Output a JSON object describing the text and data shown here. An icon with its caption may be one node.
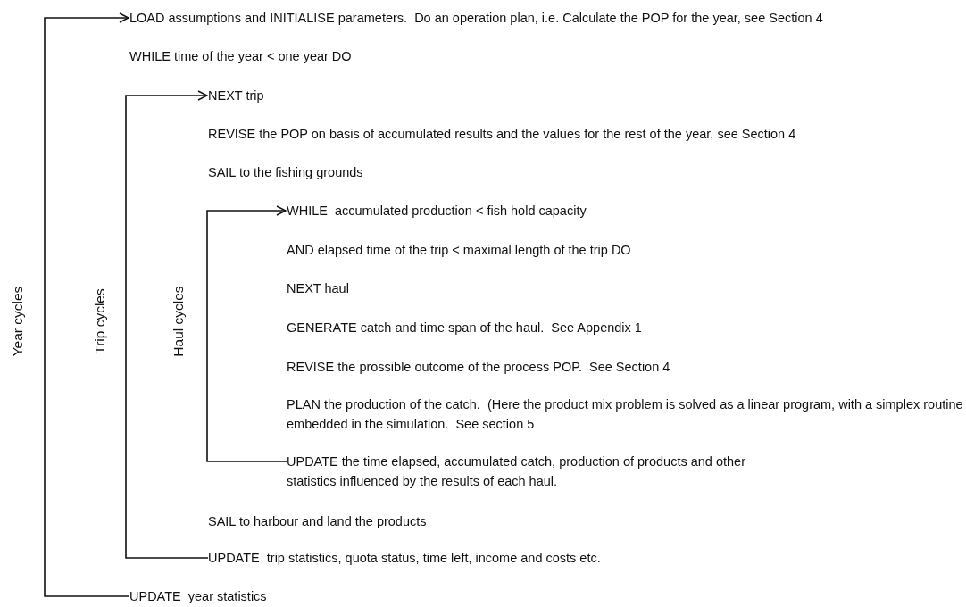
{
  "diagram": {
    "nodes": [
      {
        "text": [
          "LOAD assumptions and INITIALISE parameters.  Do an operation plan, i.e. Calculate the POP for the year, see Section 4"
        ]
      },
      {
        "text": [
          "WHILE time of the year < one year DO"
        ]
      },
      {
        "text": [
          "NEXT trip"
        ]
      },
      {
        "text": [
          "REVISE the POP on basis of accumulated results and the values for the rest of the year, see Section 4"
        ]
      },
      {
        "text": [
          "SAIL to the fishing grounds"
        ]
      },
      {
        "text": [
          "WHILE  accumulated production < fish hold capacity"
        ]
      },
      {
        "text": [
          "AND elapsed time of the trip < maximal length of the trip DO"
        ]
      },
      {
        "text": [
          "NEXT haul"
        ]
      },
      {
        "text": [
          "GENERATE catch and time span of the haul.  See Appendix 1"
        ]
      },
      {
        "text": [
          "REVISE the prossible outcome of the process POP.  See Section 4"
        ]
      },
      {
        "text": [
          "PLAN the production of the catch.  (Here the product mix problem is solved as a linear program, with a simplex routine embedded in the simulation.  See section 5"
        ]
      },
      {
        "text": [
          "UPDATE the time elapsed, accumulated catch, production of products and other statistics influenced by the results of each haul."
        ]
      },
      {
        "text": [
          "SAIL to harbour and land the products"
        ]
      },
      {
        "text": [
          "UPDATE  trip statistics, quota status, time left, income and costs etc."
        ]
      },
      {
        "text": [
          "UPDATE  year statistics"
        ]
      }
    ],
    "edges": [
      {
        "from": 14,
        "to": 0,
        "arrow": "to"
      },
      {
        "from": 13,
        "to": 2,
        "arrow": "to"
      },
      {
        "from": 11,
        "to": 5,
        "arrow": "to"
      }
    ],
    "labels": [
      "Year cycles",
      "Trip cycles",
      "Haul cycles"
    ]
  }
}
